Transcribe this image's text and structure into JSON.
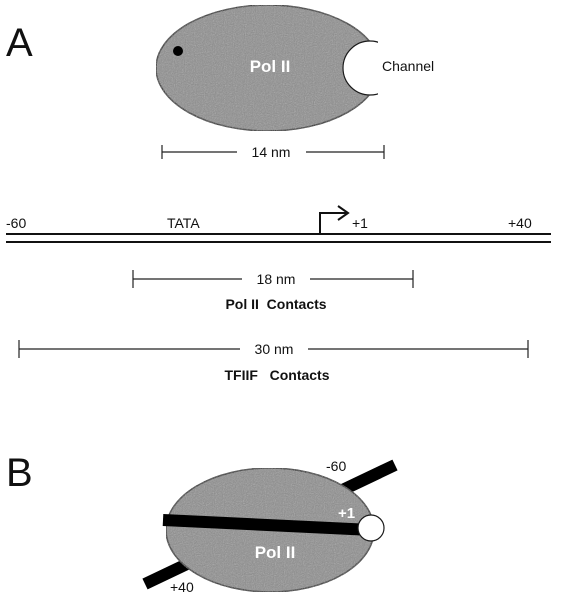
{
  "panel_a": {
    "letter": "A",
    "enzyme_label": "Pol II",
    "channel_label": "Channel",
    "width_scale": "14 nm",
    "dna": {
      "upstream_position": "-60",
      "tata_label": "TATA",
      "start_site": "+1",
      "downstream_position": "+40"
    },
    "pol_ii_footprint": {
      "length": "18 nm",
      "label": "Pol II  Contacts"
    },
    "tfiif_footprint": {
      "length": "30 nm",
      "label": "TFIIF   Contacts"
    }
  },
  "panel_b": {
    "letter": "B",
    "enzyme_label": "Pol II",
    "upstream_position": "-60",
    "start_site": "+1",
    "downstream_position": "+40"
  },
  "colors": {
    "ellipse_fill": "#8c8c8c",
    "ellipse_outline": "#1a1a1a",
    "dna_strand": "#111111",
    "label_on_ellipse": "#ffffff"
  }
}
